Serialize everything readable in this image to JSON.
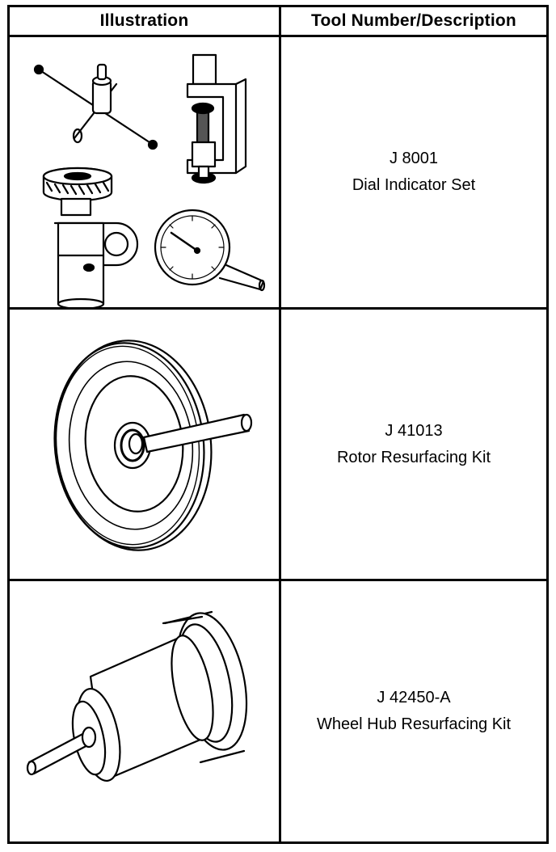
{
  "table": {
    "headers": {
      "illustration": "Illustration",
      "tool": "Tool Number/Description"
    },
    "rows": [
      {
        "tool_number": "J 8001",
        "description": "Dial Indicator Set",
        "icon": "dial-indicator-set-icon"
      },
      {
        "tool_number": "J 41013",
        "description": "Rotor Resurfacing Kit",
        "icon": "rotor-resurfacing-kit-icon"
      },
      {
        "tool_number": "J 42450-A",
        "description": "Wheel Hub Resurfacing Kit",
        "icon": "wheel-hub-resurfacing-kit-icon"
      }
    ]
  }
}
